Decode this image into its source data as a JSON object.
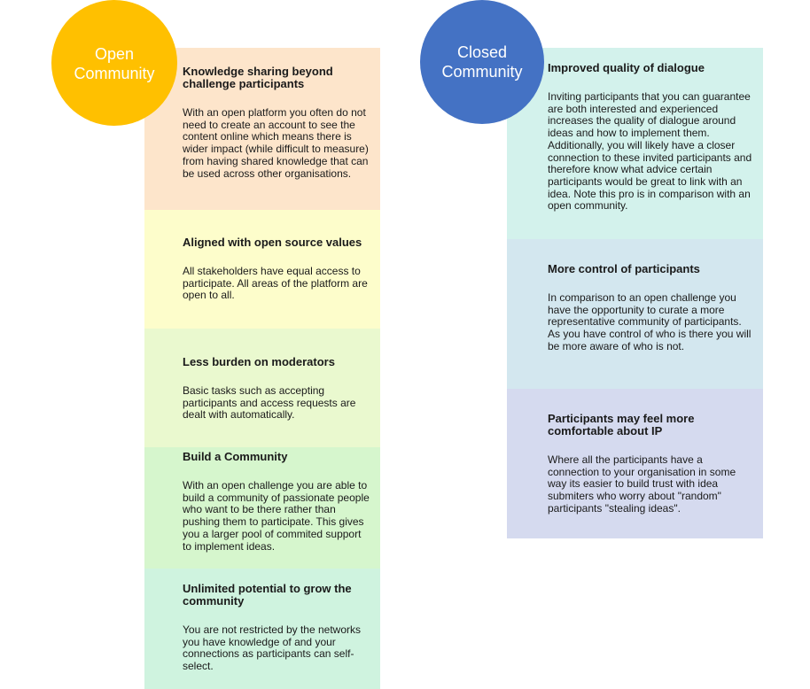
{
  "open": {
    "label": "Open\nCommunity",
    "color": "#FFC000",
    "cards": [
      {
        "title": "Knowledge sharing beyond challenge participants",
        "body": "With an open platform you often do not need to create an account to see the content online which means there is wider impact (while difficult to measure) from having shared knowledge that can be used across other organisations.",
        "color": "#FDE5CB"
      },
      {
        "title": "Aligned with open source values",
        "body": "All stakeholders have equal access to participate. All areas of the platform are open to all.",
        "color": "#FDFDCB"
      },
      {
        "title": "Less burden on moderators",
        "body": "Basic tasks such as accepting participants and access requests are dealt with automatically.",
        "color": "#EAF9CF"
      },
      {
        "title": "Build a Community",
        "body": "With an open challenge you are able to build a community of passionate people who want to be there rather than pushing them to participate. This gives you a larger pool of commited support to implement ideas.",
        "color": "#D6F6CD"
      },
      {
        "title": "Unlimited potential to grow the community",
        "body": "You are not restricted by the networks you have knowledge of and your connections as participants can self-select.",
        "color": "#CFF3DF"
      }
    ]
  },
  "closed": {
    "label": "Closed\nCommunity",
    "color": "#4472C4",
    "cards": [
      {
        "title": "Improved quality of dialogue",
        "body": "Inviting participants that you can guarantee are both interested and experienced increases the quality of dialogue around ideas and how to implement them. Additionally, you will likely have a closer connection to these invited participants and therefore know what advice certain participants would be great to link with an idea. Note this pro is in comparison with an open community.",
        "color": "#D3F2EC"
      },
      {
        "title": "More control of participants",
        "body": "In comparison to an open challenge you have the opportunity to curate a more representative community of participants. As you have control of who is there you will be more aware of who is not.",
        "color": "#D3E7EF"
      },
      {
        "title": "Participants may feel more comfortable about IP",
        "body": "Where all the participants have a connection to your organisation in some way its easier to build trust with idea submiters who worry about \"random\" participants \"stealing ideas\".",
        "color": "#D5DAEF"
      }
    ]
  }
}
